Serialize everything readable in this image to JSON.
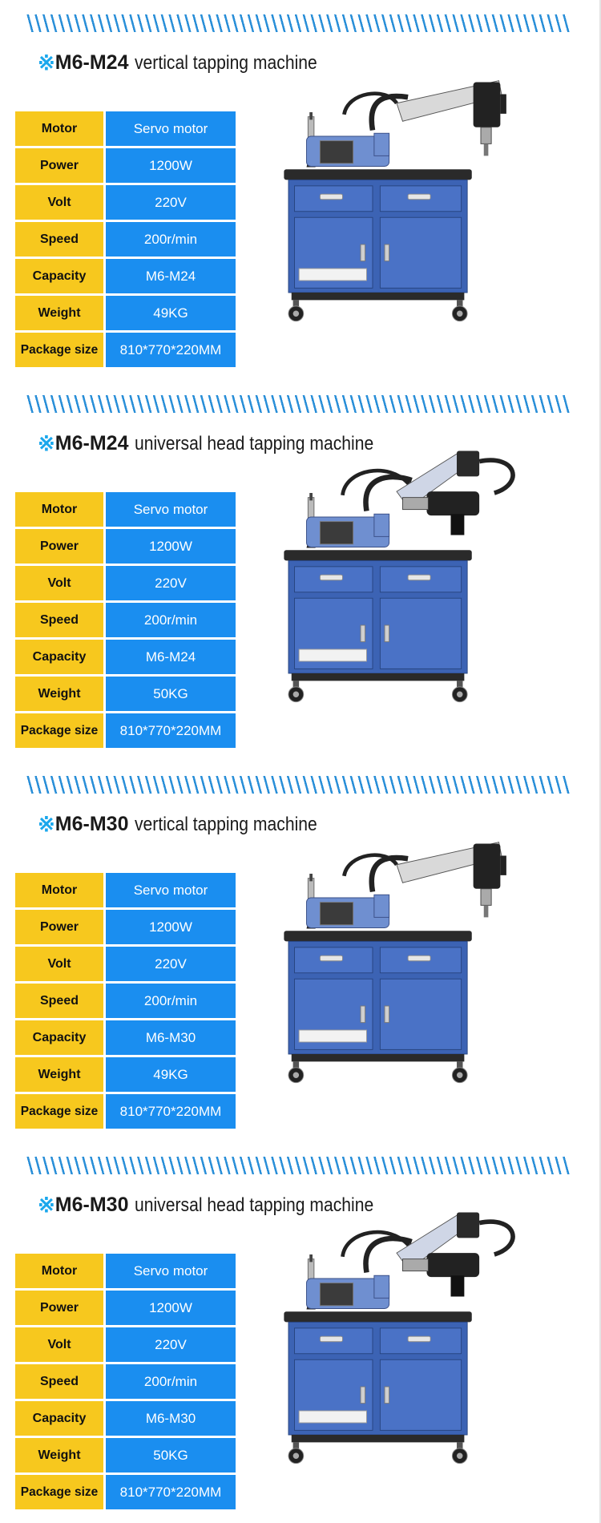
{
  "sections": [
    {
      "marker": "※",
      "model": "M6-M24",
      "name": "vertical  tapping machine",
      "head": "vertical",
      "specs": [
        {
          "label": "Motor",
          "value": "Servo motor"
        },
        {
          "label": "Power",
          "value": "1200W"
        },
        {
          "label": "Volt",
          "value": "220V"
        },
        {
          "label": "Speed",
          "value": "200r/min"
        },
        {
          "label": "Capacity",
          "value": "M6-M24"
        },
        {
          "label": "Weight",
          "value": "49KG"
        },
        {
          "label": "Package size",
          "value": "810*770*220MM"
        }
      ]
    },
    {
      "marker": "※",
      "model": "M6-M24",
      "name": "universal head tapping machine",
      "head": "universal",
      "specs": [
        {
          "label": "Motor",
          "value": "Servo motor"
        },
        {
          "label": "Power",
          "value": "1200W"
        },
        {
          "label": "Volt",
          "value": "220V"
        },
        {
          "label": "Speed",
          "value": "200r/min"
        },
        {
          "label": "Capacity",
          "value": "M6-M24"
        },
        {
          "label": "Weight",
          "value": "50KG"
        },
        {
          "label": "Package size",
          "value": "810*770*220MM"
        }
      ]
    },
    {
      "marker": "※",
      "model": "M6-M30",
      "name": "vertical  tapping machine",
      "head": "vertical",
      "specs": [
        {
          "label": "Motor",
          "value": "Servo motor"
        },
        {
          "label": "Power",
          "value": "1200W"
        },
        {
          "label": "Volt",
          "value": "220V"
        },
        {
          "label": "Speed",
          "value": "200r/min"
        },
        {
          "label": "Capacity",
          "value": "M6-M30"
        },
        {
          "label": "Weight",
          "value": "49KG"
        },
        {
          "label": "Package size",
          "value": "810*770*220MM"
        }
      ]
    },
    {
      "marker": "※",
      "model": "M6-M30",
      "name": "universal head tapping machine",
      "head": "universal",
      "specs": [
        {
          "label": "Motor",
          "value": "Servo motor"
        },
        {
          "label": "Power",
          "value": "1200W"
        },
        {
          "label": "Volt",
          "value": "220V"
        },
        {
          "label": "Speed",
          "value": "200r/min"
        },
        {
          "label": "Capacity",
          "value": "M6-M30"
        },
        {
          "label": "Weight",
          "value": "50KG"
        },
        {
          "label": "Package size",
          "value": "810*770*220MM"
        }
      ]
    }
  ],
  "colors": {
    "label_bg": "#f7c81e",
    "value_bg": "#1a8ef0",
    "stripe": "#2a8fd8",
    "marker": "#1aa7ec",
    "cabinet": "#3c63b4"
  }
}
